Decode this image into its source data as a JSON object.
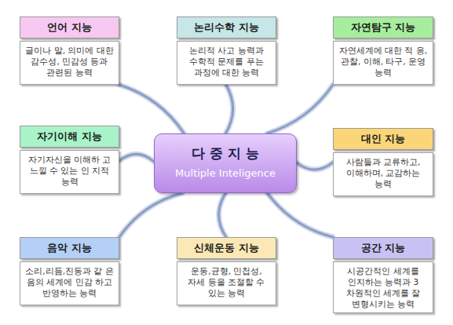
{
  "diagram": {
    "nodes": [
      {
        "text": [
          "언어 지능",
          "글이나 말, 의미에 대한 감수성, 민감성 등과 관련된 능력"
        ]
      },
      {
        "text": [
          "논리수학 지능",
          "논리적 사고 능력과 수학적 문제를 푸는 과정에 대한 능력"
        ]
      },
      {
        "text": [
          "자연탐구 지능",
          "자연세계에 대한 적 응, 관찰, 이해, 타구, 운영 능력"
        ]
      },
      {
        "text": [
          "자기이해 지능",
          "자기자신을 이해하 고 느낄 수 있는 인 지적 능력"
        ]
      },
      {
        "text": [
          "다 중 지 능",
          "Multiple Inteligence"
        ]
      },
      {
        "text": [
          "대인 지능",
          "사람들과 교류하고, 이해하며, 교감하는 능력"
        ]
      },
      {
        "text": [
          "음악 지능",
          "소리,리듬,진동과 같 은 음의 세계에 민감 하고 반영하는 능력"
        ]
      },
      {
        "text": [
          "신체운동 지능",
          "운동,균형, 민첩성, 자세 등을 조절할 수 있는 능력"
        ]
      },
      {
        "text": [
          "공간 지능",
          "시공간적인 세계를 인지하는 능력과 3 차원적인 세계를 잘 변형시키는 능력"
        ]
      }
    ],
    "edges": [
      {
        "from": 4,
        "to": 0,
        "arrow": "none"
      },
      {
        "from": 4,
        "to": 1,
        "arrow": "none"
      },
      {
        "from": 4,
        "to": 2,
        "arrow": "none"
      },
      {
        "from": 4,
        "to": 3,
        "arrow": "none"
      },
      {
        "from": 4,
        "to": 5,
        "arrow": "none"
      },
      {
        "from": 4,
        "to": 6,
        "arrow": "none"
      },
      {
        "from": 4,
        "to": 7,
        "arrow": "none"
      },
      {
        "from": 4,
        "to": 8,
        "arrow": "none"
      }
    ]
  }
}
